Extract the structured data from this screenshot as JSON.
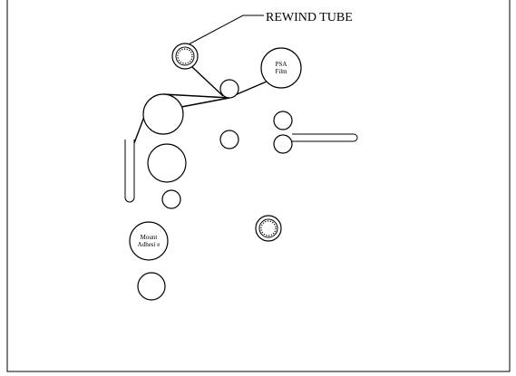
{
  "labels": {
    "rewind_tube": "REWIND TUBE",
    "psa_film_line1": "PSA",
    "psa_film_line2": "Film",
    "mount_adhesive_line1": "Mount",
    "mount_adhesive_line2": "Adhesi e"
  }
}
